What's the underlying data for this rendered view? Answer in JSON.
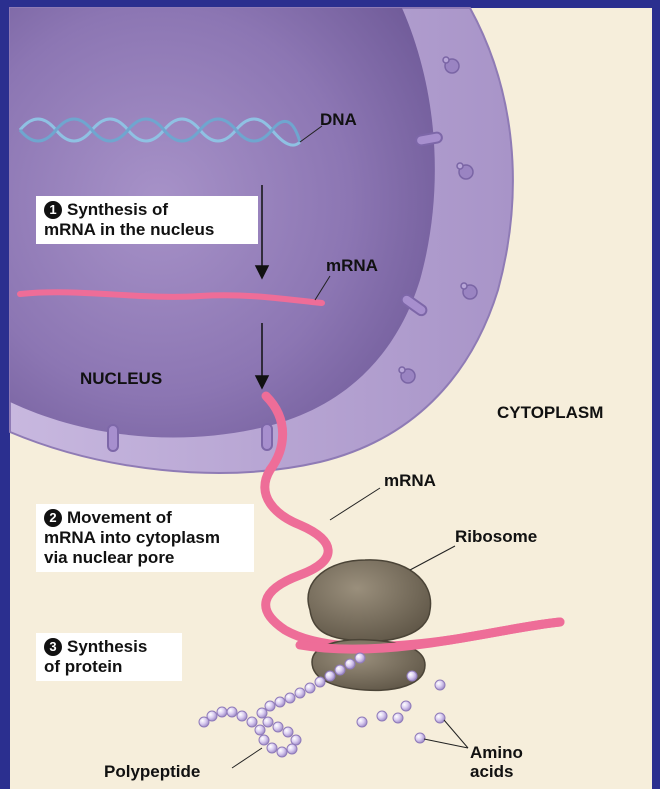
{
  "labels": {
    "dna": "DNA",
    "mrna_top": "mRNA",
    "nucleus": "NUCLEUS",
    "cytoplasm": "CYTOPLASM",
    "mrna_mid": "mRNA",
    "ribosome": "Ribosome",
    "polypeptide": "Polypeptide",
    "amino_acids": "Amino\nacids"
  },
  "steps": [
    {
      "number": "1",
      "text": "Synthesis of\nmRNA in the nucleus"
    },
    {
      "number": "2",
      "text": "Movement of\nmRNA into cytoplasm\nvia nuclear pore"
    },
    {
      "number": "3",
      "text": "Synthesis\nof protein"
    }
  ],
  "colors": {
    "frame": "#2b2f8f",
    "cytoplasm": "#f6eedb",
    "nucleus": "#8a73b0",
    "envelope": "#b9a6d3",
    "dna": "#8fc1e3",
    "mrna": "#ee6d98",
    "ribosome": "#7c715f",
    "amino_acid": "#c6b6e2"
  }
}
